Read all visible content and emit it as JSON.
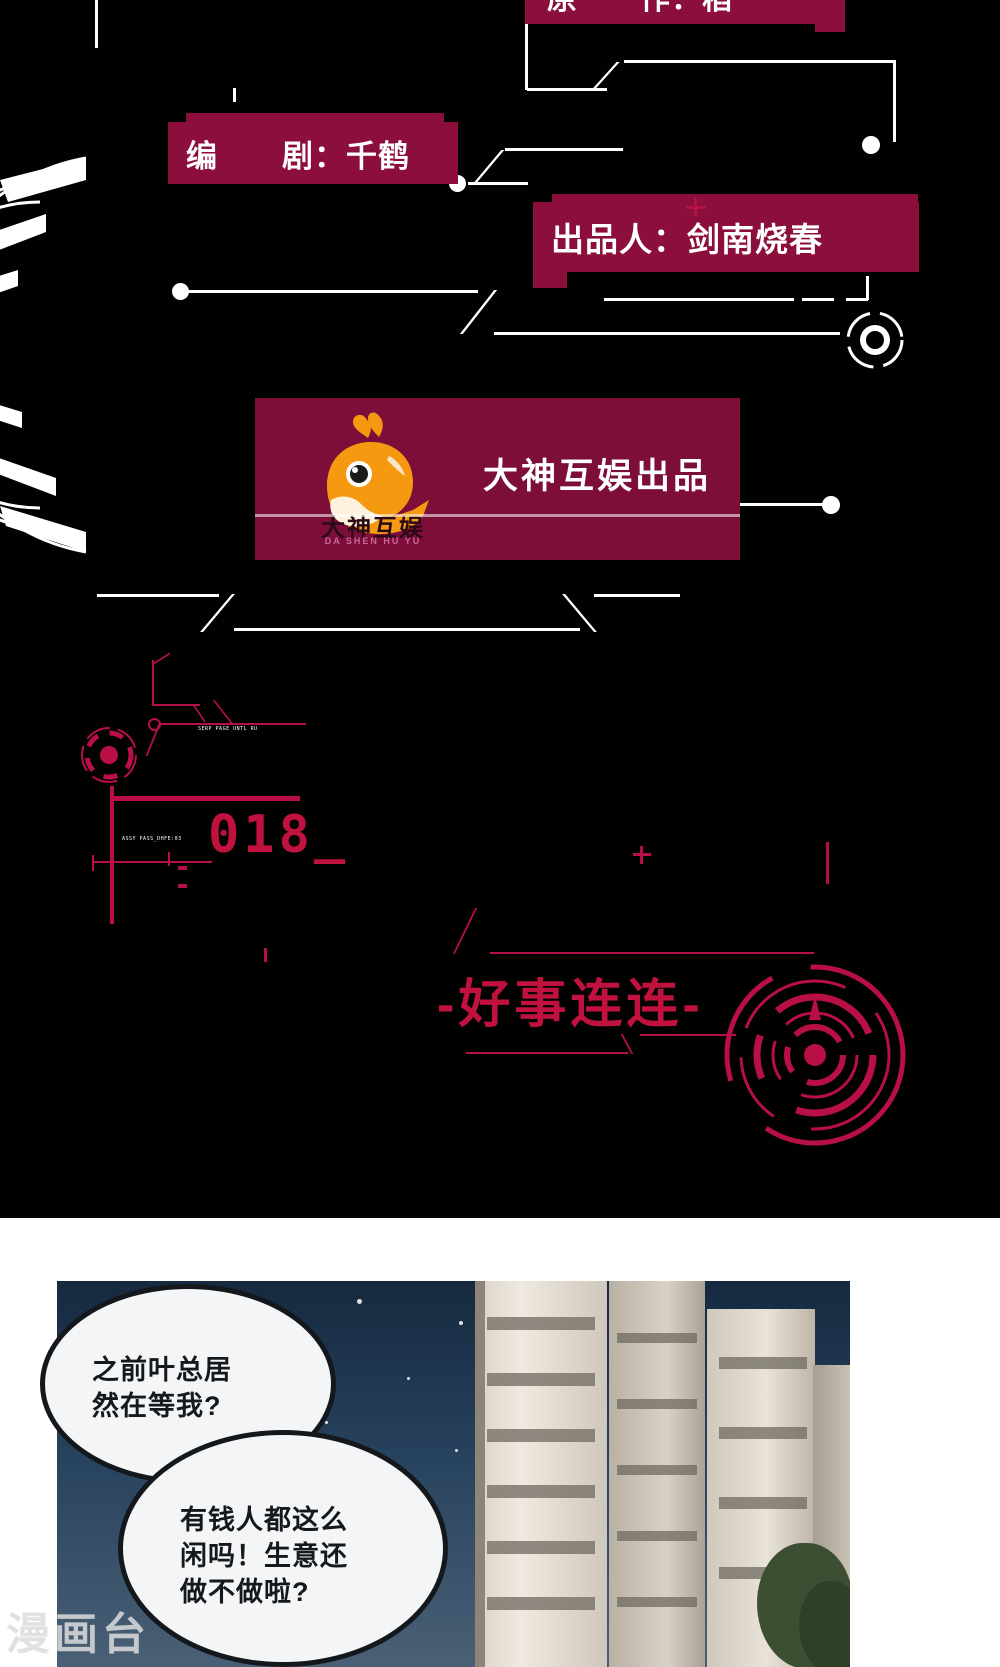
{
  "panel_credits": {
    "background_color": "#010101",
    "plate_color": "#8c0e3c",
    "accent_color": "#c0113f",
    "credits": [
      {
        "name": "original-author",
        "text": "原　　作：稻"
      },
      {
        "name": "screenwriter",
        "text": "编　　剧：千鹤"
      },
      {
        "name": "producer",
        "text": "出品人：剑南烧春"
      }
    ],
    "studio_banner": {
      "label": "大神互娱出品",
      "logo_icon": "whale-logo-icon",
      "logo_name_cn": "大神互娱",
      "logo_name_pinyin": "DA SHEN HU YU",
      "logo_color": "#f59a10",
      "banner_color": "#7c0e39"
    },
    "chapter_number": "018_",
    "episode_title": "-好事连连-",
    "hud_micro_labels": [
      "SERP PAGE UNTL RU",
      "ASSY PASS_DHFE:03"
    ]
  },
  "panel_art": {
    "scene": "night-cityscape-highrise",
    "bubbles": [
      {
        "name": "bubble-thought-1",
        "lines": [
          "之前叶总居",
          "然在等我?"
        ],
        "text": "之前叶总居\n然在等我?"
      },
      {
        "name": "bubble-thought-2",
        "lines": [
          "有钱人都这么",
          "闲吗！生意还",
          "做不做啦?"
        ],
        "text": "有钱人都这么\n闲吗！生意还\n做不做啦?"
      }
    ]
  },
  "watermark": {
    "text": "漫画台"
  }
}
